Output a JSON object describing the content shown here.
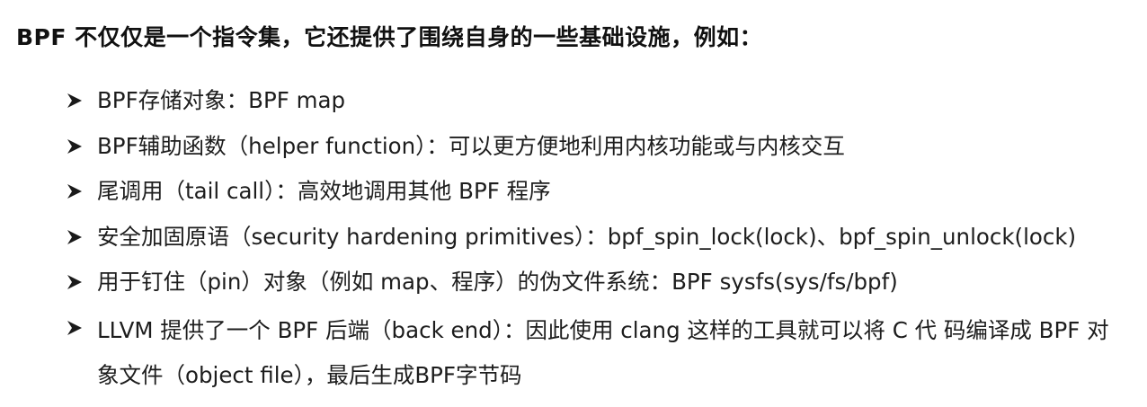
{
  "heading": "BPF 不仅仅是一个指令集，它还提供了围绕自身的一些基础设施，例如：",
  "bullet_icon": "arrowhead-bullet-icon",
  "items": [
    {
      "text": "BPF存储对象：BPF map"
    },
    {
      "text": "BPF辅助函数（helper function）：可以更方便地利用内核功能或与内核交互"
    },
    {
      "text": "尾调用（tail call）：高效地调用其他 BPF 程序"
    },
    {
      "text": "安全加固原语（security hardening primitives）：bpf_spin_lock(lock)、bpf_spin_unlock(lock)"
    },
    {
      "text": "用于钉住（pin）对象（例如 map、程序）的伪文件系统：BPF sysfs(sys/fs/bpf)"
    },
    {
      "text": "LLVM 提供了一个 BPF 后端（back end）：因此使用 clang 这样的工具就可以将 C 代 码编译成 BPF 对象文件（object file），最后生成BPF字节码"
    }
  ]
}
